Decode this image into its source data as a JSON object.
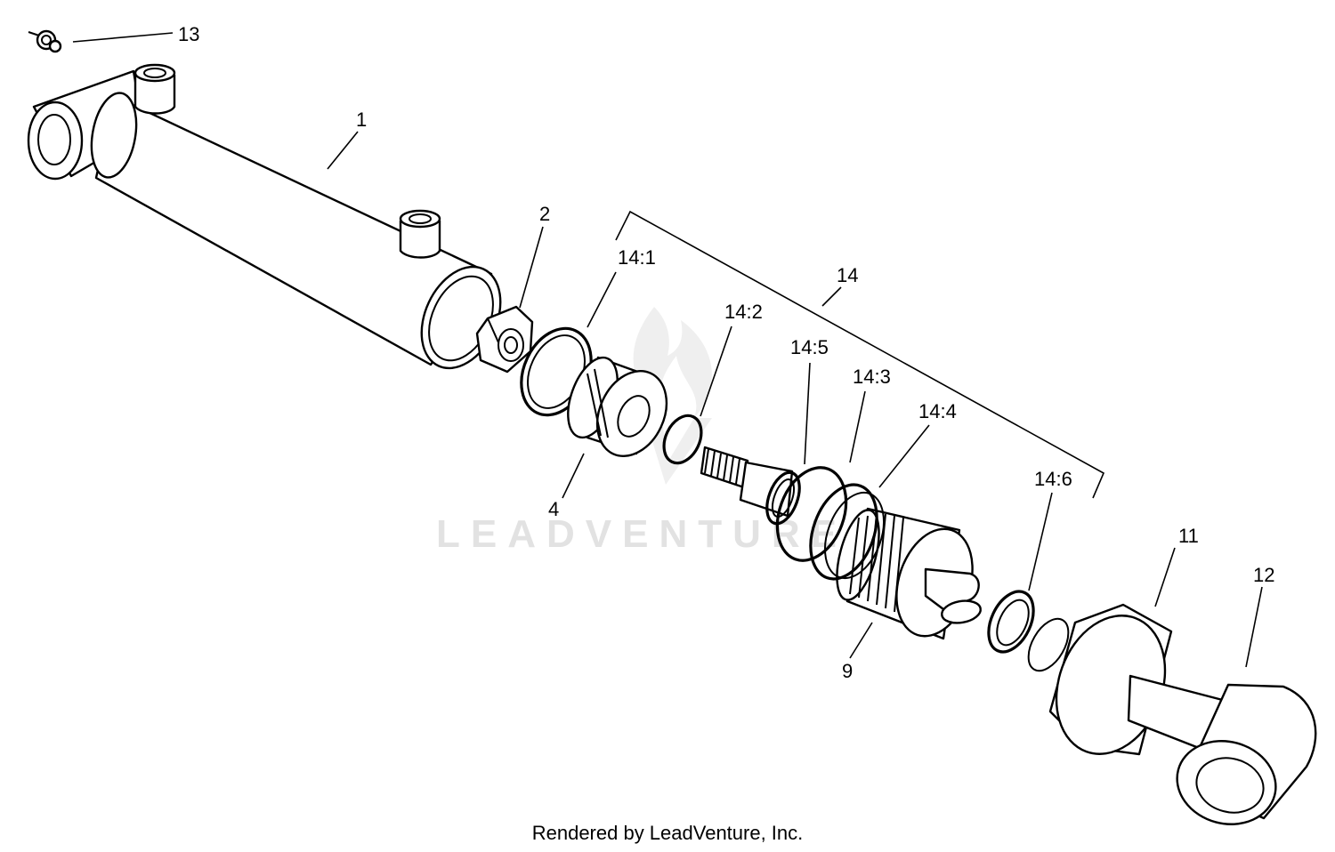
{
  "watermark": "LEADVENTURE",
  "credit": "Rendered by LeadVenture, Inc.",
  "callouts": {
    "c1": "1",
    "c2": "2",
    "c4": "4",
    "c9": "9",
    "c11": "11",
    "c12": "12",
    "c13": "13",
    "c14": "14",
    "c14_1": "14:1",
    "c14_2": "14:2",
    "c14_3": "14:3",
    "c14_4": "14:4",
    "c14_5": "14:5",
    "c14_6": "14:6"
  }
}
